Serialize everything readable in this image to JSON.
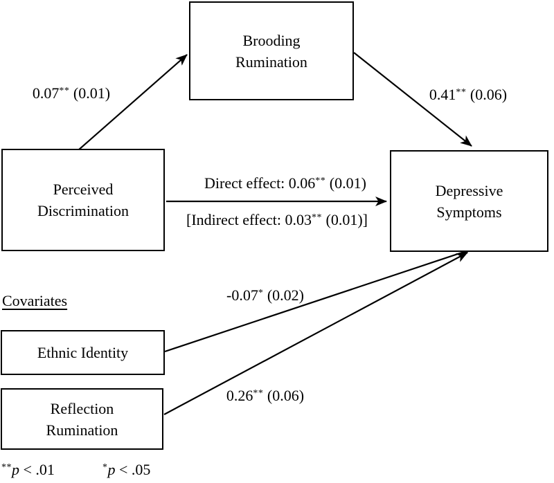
{
  "diagram": {
    "background_color": "#ffffff",
    "line_color": "#000000",
    "text_color": "#000000"
  },
  "nodes": {
    "brooding": {
      "line1": "Brooding",
      "line2": "Rumination"
    },
    "perceived": {
      "line1": "Perceived",
      "line2": "Discrimination"
    },
    "depressive": {
      "line1": "Depressive",
      "line2": "Symptoms"
    },
    "ethnic": {
      "line1": "Ethnic Identity"
    },
    "reflection": {
      "line1": "Reflection",
      "line2": "Rumination"
    }
  },
  "path_labels": {
    "a_path": {
      "pre": "0.07",
      "sup": "**",
      "post": " (0.01)"
    },
    "b_path": {
      "pre": "0.41",
      "sup": "**",
      "post": " (0.06)"
    },
    "direct": {
      "pre": "Direct effect: 0.06",
      "sup": "**",
      "post": " (0.01)"
    },
    "indirect": {
      "pre": "[Indirect effect: 0.03",
      "sup": "**",
      "post": " (0.01)]"
    },
    "ethnic_path": {
      "pre": "-0.07",
      "sup": "*",
      "post": " (0.02)"
    },
    "reflection_path": {
      "pre": "0.26",
      "sup": "**",
      "post": " (0.06)"
    }
  },
  "covariates_heading": "Covariates",
  "footnotes": {
    "f1": {
      "sup": "**",
      "p": "p",
      "rest": " < .01"
    },
    "f2": {
      "sup": "*",
      "p": "p",
      "rest": " < .05"
    }
  }
}
